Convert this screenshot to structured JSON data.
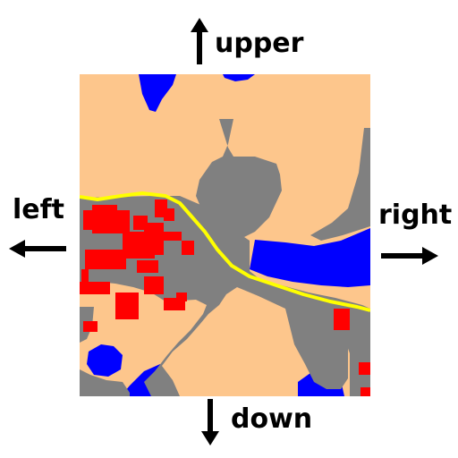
{
  "directions": {
    "up": "upper",
    "left": "left",
    "right": "right",
    "down": "down"
  },
  "legend_colors": {
    "land": "#FDC68C",
    "road": "#808080",
    "water": "#0000FF",
    "building": "#FF0000",
    "main_route": "#FFFF00"
  },
  "icons": {
    "up": "arrow-up-icon",
    "left": "arrow-left-icon",
    "right": "arrow-right-icon",
    "down": "arrow-down-icon"
  }
}
